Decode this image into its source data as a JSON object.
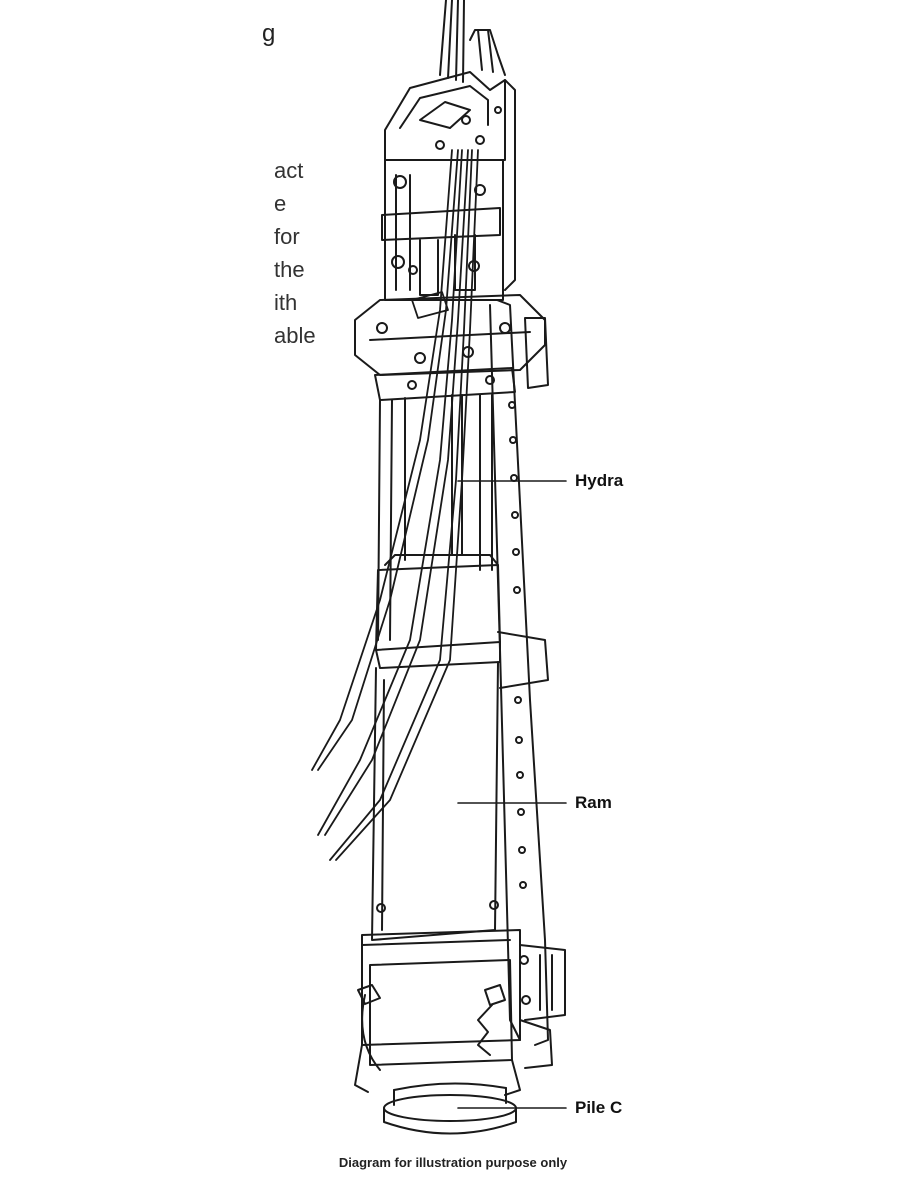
{
  "text_fragments": {
    "top_title": "g",
    "paragraph_lines": [
      "act",
      "e",
      "for",
      "the",
      "ith",
      "able"
    ]
  },
  "callouts": [
    {
      "label": "Hydra"
    },
    {
      "label": "Ram "
    },
    {
      "label": "Pile C"
    }
  ],
  "caption": "Diagram for illustration purpose only",
  "colors": {
    "line": "#1a1a1a",
    "background": "#ffffff"
  }
}
